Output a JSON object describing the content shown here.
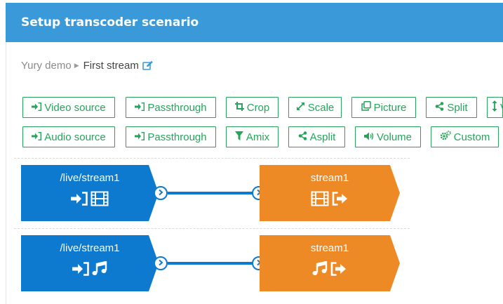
{
  "header": {
    "title": "Setup transcoder scenario"
  },
  "breadcrumb": {
    "parent": "Yury demo",
    "current": "First stream"
  },
  "toolbar": {
    "video_row": [
      {
        "label": "Video source",
        "icon": "sign-in-icon"
      },
      {
        "label": "Passthrough",
        "icon": "sign-in-icon"
      },
      {
        "label": "Crop",
        "icon": "crop-icon"
      },
      {
        "label": "Scale",
        "icon": "expand-icon"
      },
      {
        "label": "Picture",
        "icon": "clone-icon"
      },
      {
        "label": "Split",
        "icon": "share-icon"
      },
      {
        "label": "V",
        "icon": "vertical-arrows-icon"
      }
    ],
    "audio_row": [
      {
        "label": "Audio source",
        "icon": "sign-in-icon"
      },
      {
        "label": "Passthrough",
        "icon": "sign-in-icon"
      },
      {
        "label": "Amix",
        "icon": "filter-icon"
      },
      {
        "label": "Asplit",
        "icon": "share-icon"
      },
      {
        "label": "Volume",
        "icon": "volume-icon"
      },
      {
        "label": "Custom",
        "icon": "cogs-icon"
      }
    ]
  },
  "scenario": {
    "video": {
      "source": "/live/stream1",
      "output": "stream1"
    },
    "audio": {
      "source": "/live/stream1",
      "output": "stream1"
    }
  },
  "colors": {
    "header": "#3a9ad9",
    "button_green": "#27a35b",
    "source_blue": "#0d7ad0",
    "output_orange": "#ee8a25"
  }
}
